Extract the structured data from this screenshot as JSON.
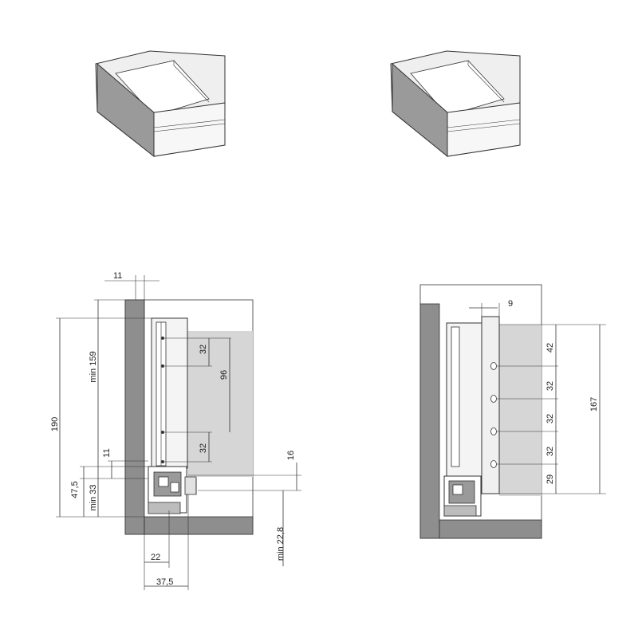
{
  "left_section": {
    "dims": {
      "top_11": "11",
      "h_190": "190",
      "min_159": "min 159",
      "spacing_32_top": "32",
      "spacing_96": "96",
      "spacing_32_bottom": "32",
      "side_11": "11",
      "h_47_5": "47,5",
      "min_33": "min 33",
      "gap_16": "16",
      "min_22_8": "min 22,8",
      "w_22": "22",
      "w_37_5": "37,5"
    }
  },
  "right_section": {
    "dims": {
      "top_9": "9",
      "spacing_42": "42",
      "spacing_32_a": "32",
      "spacing_32_b": "32",
      "spacing_32_c": "32",
      "spacing_29": "29",
      "h_167": "167"
    }
  },
  "colors": {
    "cabinet": "#8e8e8e",
    "panel": "#d6d6d6",
    "drawer_front": "#9a9a9a",
    "drawer_inner": "#f2f2f2",
    "line": "#333333"
  }
}
